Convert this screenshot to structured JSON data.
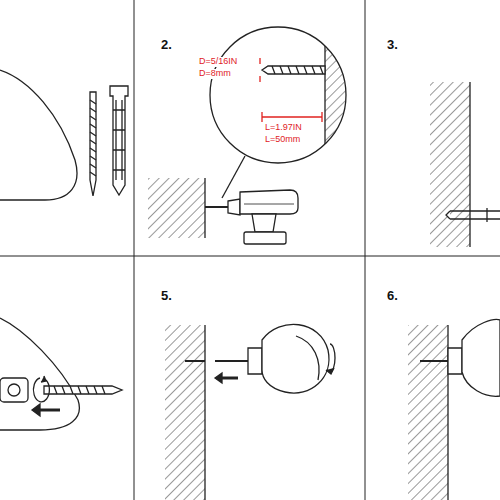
{
  "diagram": {
    "labels": [
      "2.",
      "D=5/16IN",
      "D=8mm",
      "L=1.97IN",
      "L=50mm",
      "3.",
      "5.",
      "6."
    ]
  }
}
